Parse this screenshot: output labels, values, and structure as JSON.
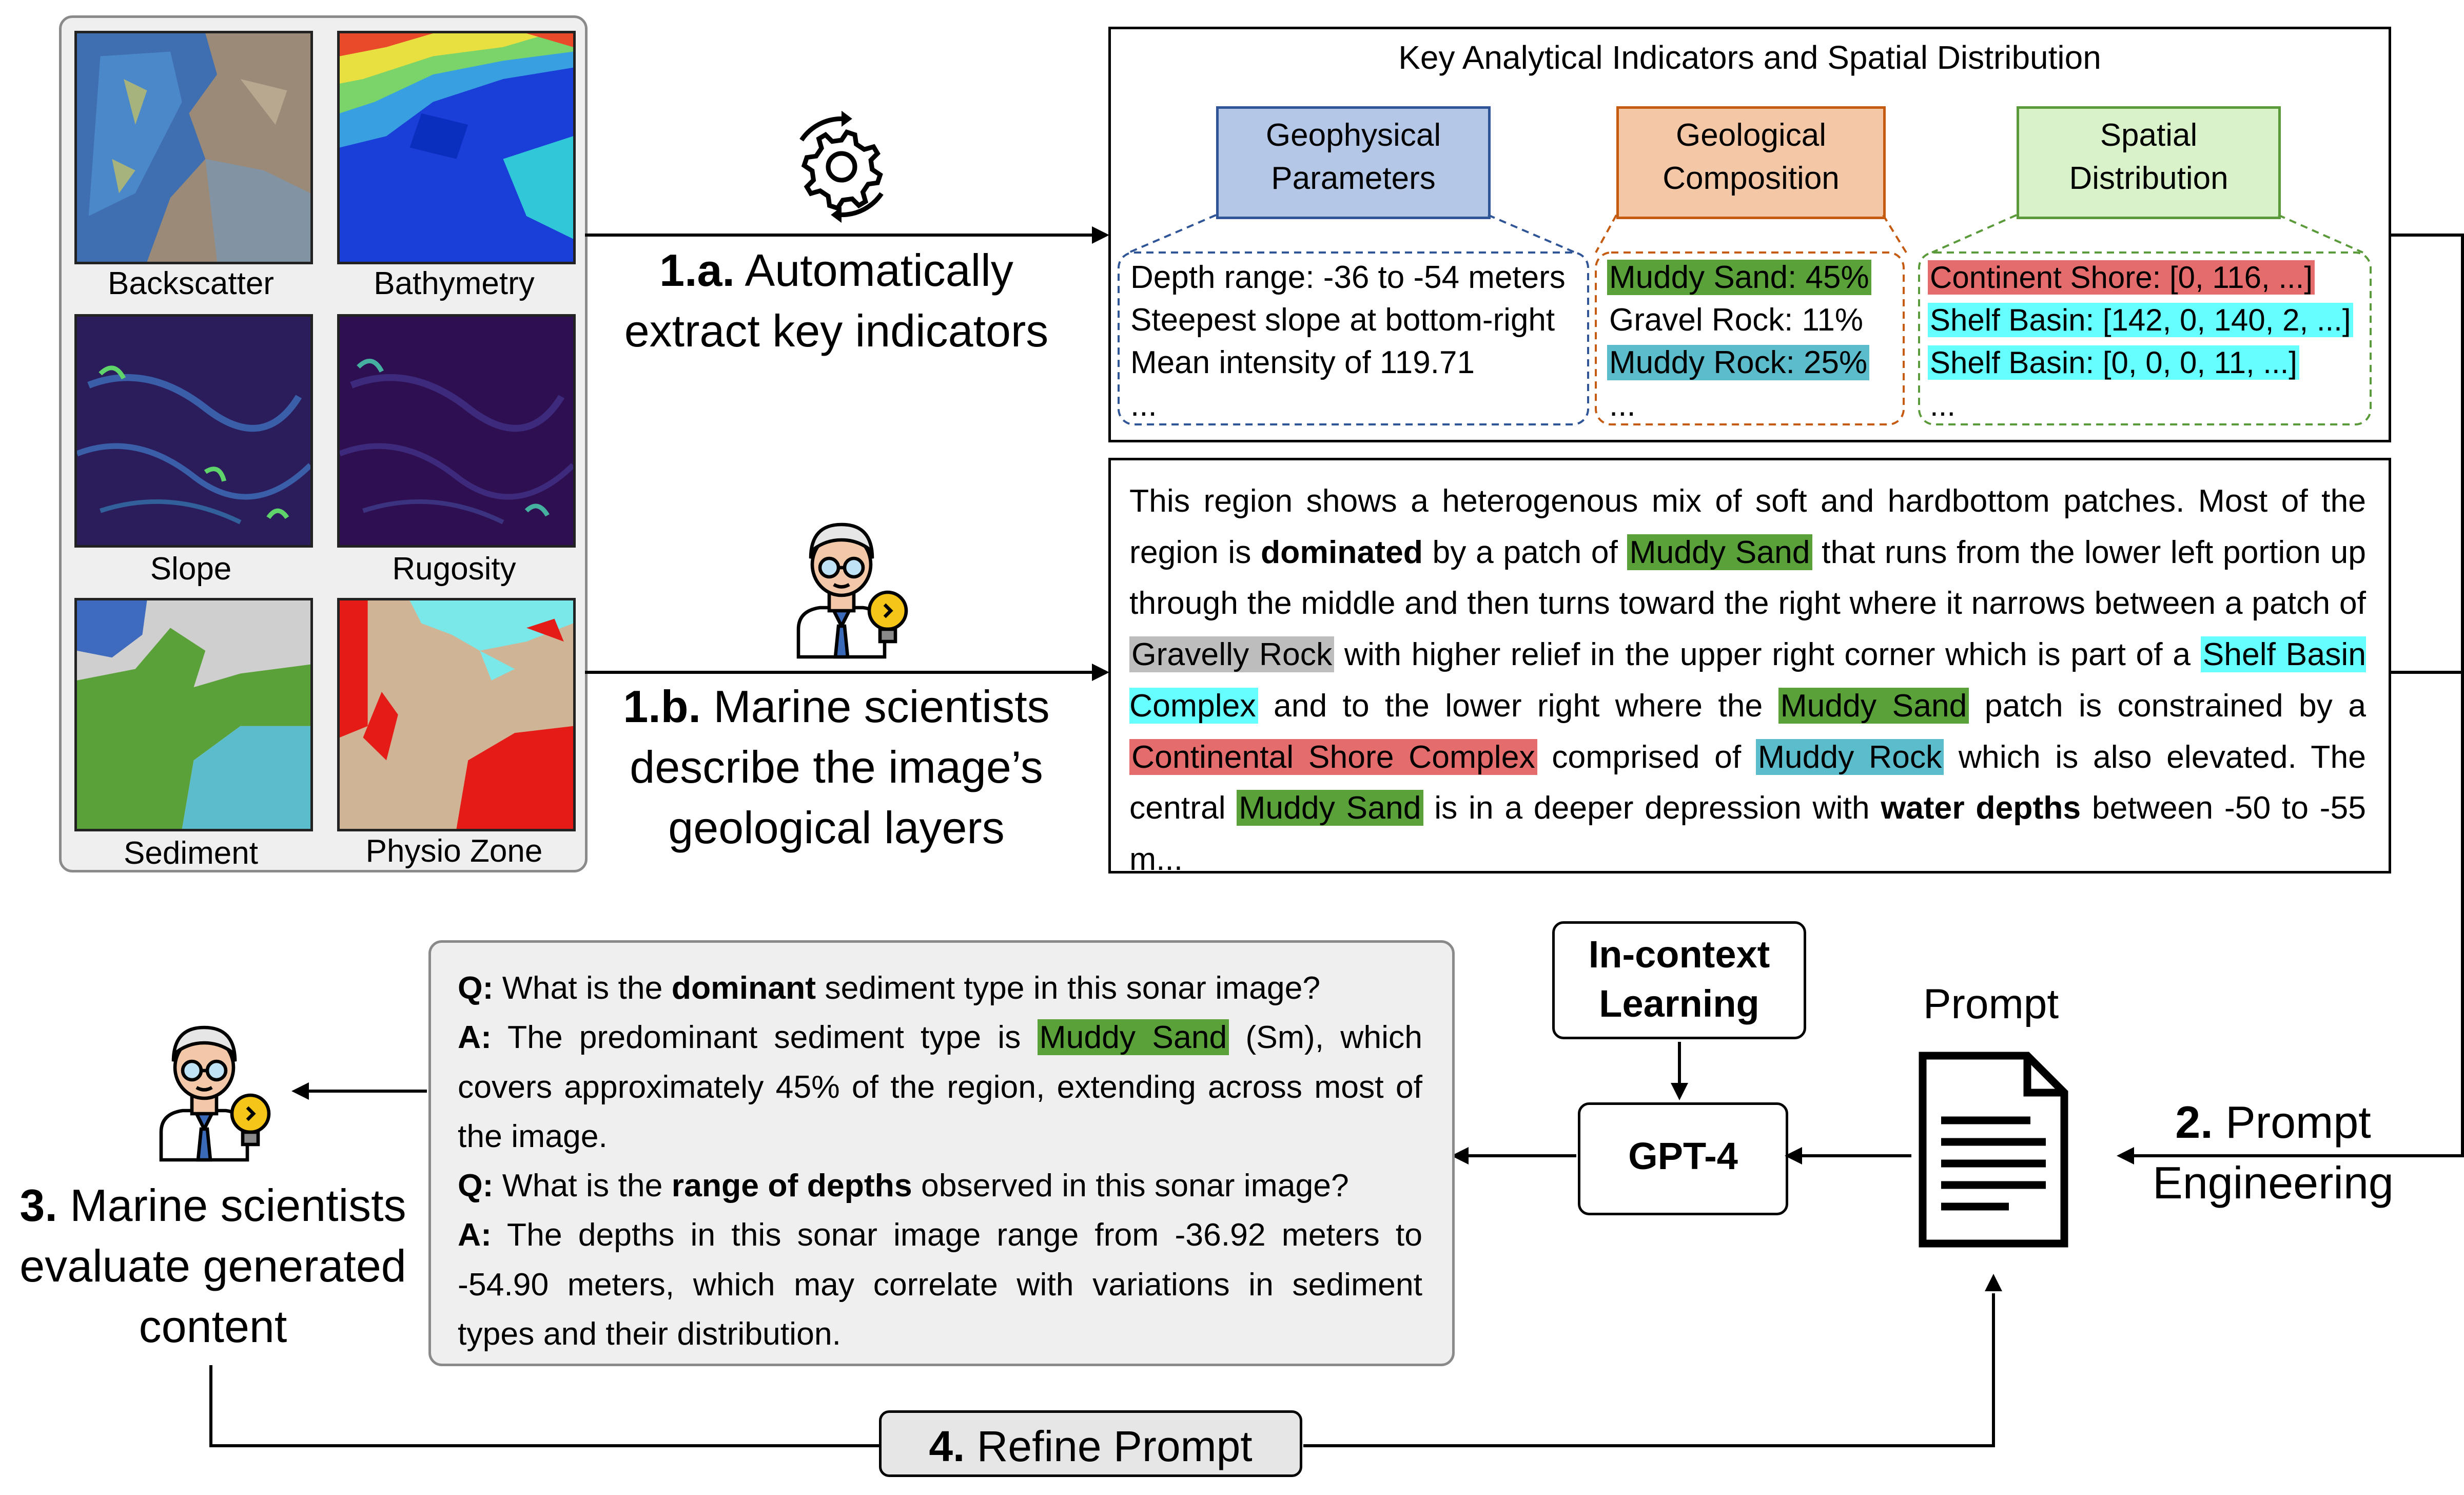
{
  "maps": {
    "backscatter": "Backscatter",
    "bathymetry": "Bathymetry",
    "slope": "Slope",
    "rugosity": "Rugosity",
    "sediment": "Sediment",
    "physio_zone": "Physio Zone"
  },
  "step1a": {
    "num": "1.a.",
    "text1": "Automatically",
    "text2": "extract key indicators"
  },
  "step1b": {
    "num": "1.b.",
    "text1": "Marine scientists",
    "text2": "describe the image’s",
    "text3": "geological layers"
  },
  "indicators": {
    "title": "Key Analytical Indicators and Spatial Distribution",
    "geophysical": {
      "label1": "Geophysical",
      "label2": "Parameters",
      "items": [
        "Depth range: -36 to -54 meters",
        "Steepest slope at bottom-right",
        "Mean intensity of 119.71",
        "..."
      ]
    },
    "geological": {
      "label1": "Geological",
      "label2": "Composition",
      "items": [
        "Muddy Sand: 45%",
        "Gravel Rock: 11%",
        "Muddy Rock: 25%",
        "..."
      ]
    },
    "spatial": {
      "label1": "Spatial",
      "label2": "Distribution",
      "items": [
        "Continent Shore: [0, 116, ...]",
        "Shelf Basin: [142, 0, 140, 2, ...]",
        "Shelf Basin: [0, 0, 0, 11, ...]",
        "..."
      ]
    }
  },
  "description": {
    "t1": "This region shows a heterogenous mix of soft and hardbottom patches. Most of the region is ",
    "b1": "dominated",
    "t2": " by a patch of ",
    "h1": "Muddy Sand",
    "t3": " that runs from the lower left portion up through the middle and then turns toward the right where it narrows between a patch of ",
    "h2": "Gravelly Rock",
    "t4": " with higher relief in the upper right corner which is part of a ",
    "h3": "Shelf Basin Complex",
    "t5": " and to the lower right where the ",
    "h4": "Muddy Sand",
    "t6": " patch is constrained by a ",
    "h5": "Continental Shore Complex",
    "t7": " comprised of ",
    "h6": "Muddy Rock",
    "t8": " which is also elevated. The central ",
    "h7": "Muddy Sand",
    "t9": " is in a deeper depression with ",
    "b2": "water depths",
    "t10": " between -50 to -55 m..."
  },
  "qa": {
    "q_label": "Q:",
    "a_label": "A:",
    "q1_pre": " What is the ",
    "q1_bold": "dominant",
    "q1_post": " sediment type in this sonar image?",
    "a1_pre": " The predominant sediment type is ",
    "a1_hl": "Muddy Sand",
    "a1_post": " (Sm), which covers approximately 45% of the region, extending across most of the image.",
    "q2_pre": " What is the ",
    "q2_bold": "range of depths",
    "q2_post": " observed in this sonar image?",
    "a2": " The depths in this sonar image range from -36.92 meters to -54.90 meters, which may correlate with variations in sediment types and their distribution."
  },
  "in_context": {
    "line1": "In-context",
    "line2": "Learning"
  },
  "gpt": "GPT-4",
  "prompt_label": "Prompt",
  "step2": {
    "num": "2.",
    "text1": "Prompt",
    "text2": "Engineering"
  },
  "step3": {
    "num": "3.",
    "text1": "Marine scientists",
    "text2": "evaluate generated",
    "text3": "content"
  },
  "step4": {
    "num": "4.",
    "text": "Refine Prompt"
  },
  "colors": {
    "muddy_sand": "#5ba13a",
    "gravel_rock": "#bdbdbd",
    "muddy_rock": "#5bbccc",
    "shelf_basin": "#66ffff",
    "continental_shore": "#e46c6c",
    "geophysical_fill": "#b4c7e7",
    "geological_fill": "#f4c7a6",
    "spatial_fill": "#d9f2c9"
  }
}
